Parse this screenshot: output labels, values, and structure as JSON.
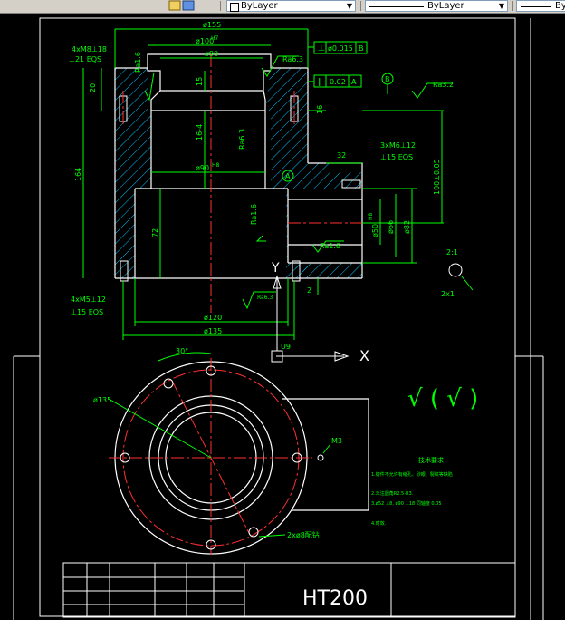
{
  "toolbar": {
    "color_label": "ByLayer",
    "linetype_label": "ByLayer",
    "lineweight_label": "By"
  },
  "drawing": {
    "dims": {
      "d155": "ø155",
      "d100": "ø100",
      "d100_tol": "H7",
      "d90": "ø90",
      "ra63_top": "Ra6.3",
      "ra16_left": "Ra1.6",
      "ra63_mid": "Ra6.3",
      "ra16_mid": "Ra1.6",
      "ra16_small": "Ra1.6",
      "ra32": "Ra3.2",
      "ra63_bottom": "Ra6.3",
      "gtol_perp_val": "ø0.015",
      "gtol_perp_ref": "B",
      "gtol_flat_val": "0.02",
      "gtol_flat_ref": "A",
      "d90b": "ø90",
      "d90b_tol": "H8",
      "d120": "ø120",
      "d135": "ø135",
      "h20": "20",
      "h15": "15",
      "h164": "164",
      "h72": "72",
      "h16": "16",
      "h16b": "16-4",
      "dim32": "32",
      "dim100": "100±0.05",
      "d50": "ø50",
      "d50_tol": "H8",
      "d66": "ø66",
      "d82": "ø82",
      "dim2": "2",
      "dim2x1": "2x1",
      "dim2b": "2:1",
      "u9": "U9",
      "ref_a": "A",
      "ref_b": "B",
      "axis_x": "X",
      "axis_y": "Y",
      "note_4xm8": "4xM8⊥18",
      "note_4xm8_b": "⊥21 EQS",
      "note_3xm6": "3xM6⊥12",
      "note_3xm6_b": "⊥15 EQS",
      "note_4xm5": "4xM5⊥12",
      "note_4xm5_b": "⊥15 EQS",
      "angle30": "30°",
      "d135_plan": "ø135",
      "m3": "M3",
      "holes_note": "2xø8配钻",
      "rough_check": "√ ( √ )"
    },
    "tech_title": "技术要求",
    "tech_notes": [
      "1.铸件不允许有缩孔、砂眼、裂纹等缺陷",
      "2.未注圆角R2.5-R3.",
      "3.ø52 ⊥8, ø90 ⊥18 同轴度 0.05",
      "4.时效."
    ],
    "title_block": {
      "material": "HT200"
    }
  }
}
